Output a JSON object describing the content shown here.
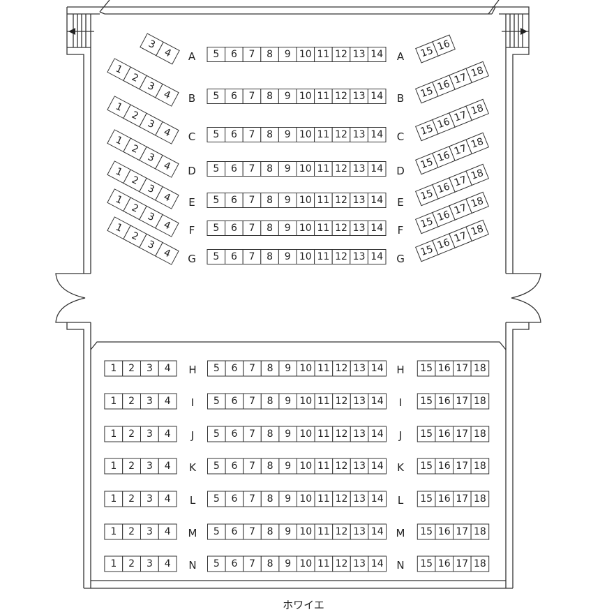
{
  "colors": {
    "line": "#333333",
    "background": "#ffffff"
  },
  "icons": {
    "exit_left": "arrow-left-icon",
    "exit_right": "arrow-right-icon"
  },
  "foyer_label": "ホワイエ",
  "upper_rows": [
    {
      "row": "A",
      "left": [
        "3",
        "4"
      ],
      "center": [
        "5",
        "6",
        "7",
        "8",
        "9",
        "10",
        "11",
        "12",
        "13",
        "14"
      ],
      "right": [
        "15",
        "16"
      ]
    },
    {
      "row": "B",
      "left": [
        "1",
        "2",
        "3",
        "4"
      ],
      "center": [
        "5",
        "6",
        "7",
        "8",
        "9",
        "10",
        "11",
        "12",
        "13",
        "14"
      ],
      "right": [
        "15",
        "16",
        "17",
        "18"
      ]
    },
    {
      "row": "C",
      "left": [
        "1",
        "2",
        "3",
        "4"
      ],
      "center": [
        "5",
        "6",
        "7",
        "8",
        "9",
        "10",
        "11",
        "12",
        "13",
        "14"
      ],
      "right": [
        "15",
        "16",
        "17",
        "18"
      ]
    },
    {
      "row": "D",
      "left": [
        "1",
        "2",
        "3",
        "4"
      ],
      "center": [
        "5",
        "6",
        "7",
        "8",
        "9",
        "10",
        "11",
        "12",
        "13",
        "14"
      ],
      "right": [
        "15",
        "16",
        "17",
        "18"
      ]
    },
    {
      "row": "E",
      "left": [
        "1",
        "2",
        "3",
        "4"
      ],
      "center": [
        "5",
        "6",
        "7",
        "8",
        "9",
        "10",
        "11",
        "12",
        "13",
        "14"
      ],
      "right": [
        "15",
        "16",
        "17",
        "18"
      ]
    },
    {
      "row": "F",
      "left": [
        "1",
        "2",
        "3",
        "4"
      ],
      "center": [
        "5",
        "6",
        "7",
        "8",
        "9",
        "10",
        "11",
        "12",
        "13",
        "14"
      ],
      "right": [
        "15",
        "16",
        "17",
        "18"
      ]
    },
    {
      "row": "G",
      "left": [
        "1",
        "2",
        "3",
        "4"
      ],
      "center": [
        "5",
        "6",
        "7",
        "8",
        "9",
        "10",
        "11",
        "12",
        "13",
        "14"
      ],
      "right": [
        "15",
        "16",
        "17",
        "18"
      ]
    }
  ],
  "lower_rows": [
    {
      "row": "H",
      "left": [
        "1",
        "2",
        "3",
        "4"
      ],
      "center": [
        "5",
        "6",
        "7",
        "8",
        "9",
        "10",
        "11",
        "12",
        "13",
        "14"
      ],
      "right": [
        "15",
        "16",
        "17",
        "18"
      ]
    },
    {
      "row": "I",
      "left": [
        "1",
        "2",
        "3",
        "4"
      ],
      "center": [
        "5",
        "6",
        "7",
        "8",
        "9",
        "10",
        "11",
        "12",
        "13",
        "14"
      ],
      "right": [
        "15",
        "16",
        "17",
        "18"
      ]
    },
    {
      "row": "J",
      "left": [
        "1",
        "2",
        "3",
        "4"
      ],
      "center": [
        "5",
        "6",
        "7",
        "8",
        "9",
        "10",
        "11",
        "12",
        "13",
        "14"
      ],
      "right": [
        "15",
        "16",
        "17",
        "18"
      ]
    },
    {
      "row": "K",
      "left": [
        "1",
        "2",
        "3",
        "4"
      ],
      "center": [
        "5",
        "6",
        "7",
        "8",
        "9",
        "10",
        "11",
        "12",
        "13",
        "14"
      ],
      "right": [
        "15",
        "16",
        "17",
        "18"
      ]
    },
    {
      "row": "L",
      "left": [
        "1",
        "2",
        "3",
        "4"
      ],
      "center": [
        "5",
        "6",
        "7",
        "8",
        "9",
        "10",
        "11",
        "12",
        "13",
        "14"
      ],
      "right": [
        "15",
        "16",
        "17",
        "18"
      ]
    },
    {
      "row": "M",
      "left": [
        "1",
        "2",
        "3",
        "4"
      ],
      "center": [
        "5",
        "6",
        "7",
        "8",
        "9",
        "10",
        "11",
        "12",
        "13",
        "14"
      ],
      "right": [
        "15",
        "16",
        "17",
        "18"
      ]
    },
    {
      "row": "N",
      "left": [
        "1",
        "2",
        "3",
        "4"
      ],
      "center": [
        "5",
        "6",
        "7",
        "8",
        "9",
        "10",
        "11",
        "12",
        "13",
        "14"
      ],
      "right": [
        "15",
        "16",
        "17",
        "18"
      ]
    }
  ]
}
